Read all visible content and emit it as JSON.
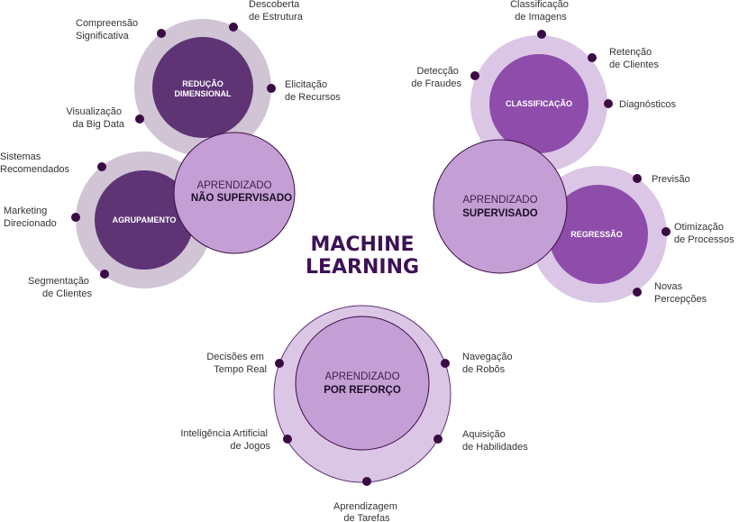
{
  "title": {
    "line1": "MACHINE",
    "line2": "LEARNING"
  },
  "colors": {
    "ring_light": "#dbc6e6",
    "ring_gray": "#d0c4d5",
    "hub_fill": "#c49fd5",
    "sub_dark": "#5e3475",
    "sub_bright": "#8e4dab",
    "dot": "#3a0a44",
    "title": "#3d1156"
  },
  "unsupervised": {
    "hub": {
      "line1": "APRENDIZADO",
      "line2": "NÃO SUPERVISADO"
    },
    "reduction": {
      "line1": "REDUÇÃO",
      "line2": "DIMENSIONAL",
      "items": [
        {
          "l1": "Compreensão",
          "l2": "Significativa"
        },
        {
          "l1": "Descoberta",
          "l2": "de Estrutura"
        },
        {
          "l1": "Elicitação",
          "l2": "de Recursos"
        },
        {
          "l1": "Visualização",
          "l2": "da Big Data"
        }
      ]
    },
    "clustering": {
      "label": "AGRUPAMENTO",
      "items": [
        {
          "l1": "Sistemas",
          "l2": "Recomendados"
        },
        {
          "l1": "Marketing",
          "l2": "Direcionado"
        },
        {
          "l1": "Segmentação",
          "l2": "de Clientes"
        }
      ]
    }
  },
  "supervised": {
    "hub": {
      "line1": "APRENDIZADO",
      "line2": "SUPERVISADO"
    },
    "classification": {
      "label": "CLASSIFICAÇÃO",
      "items": [
        {
          "l1": "Classificação",
          "l2": "de Imagens"
        },
        {
          "l1": "Retenção",
          "l2": "de Clientes"
        },
        {
          "l1": "Diagnósticos",
          "l2": ""
        },
        {
          "l1": "Detecção",
          "l2": "de Fraudes"
        }
      ]
    },
    "regression": {
      "label": "REGRESSÃO",
      "items": [
        {
          "l1": "Previsão",
          "l2": ""
        },
        {
          "l1": "Otimização",
          "l2": "de Processos"
        },
        {
          "l1": "Novas",
          "l2": "Percepções"
        }
      ]
    }
  },
  "reinforcement": {
    "hub": {
      "line1": "APRENDIZADO",
      "line2": "POR REFORÇO"
    },
    "items": [
      {
        "l1": "Decisões em",
        "l2": "Tempo Real"
      },
      {
        "l1": "Navegação",
        "l2": "de Robôs"
      },
      {
        "l1": "Inteligência Artificial",
        "l2": "de Jogos"
      },
      {
        "l1": "Aquisição",
        "l2": "de Habilidades"
      },
      {
        "l1": "Aprendizagem",
        "l2": "de Tarefas"
      }
    ]
  }
}
